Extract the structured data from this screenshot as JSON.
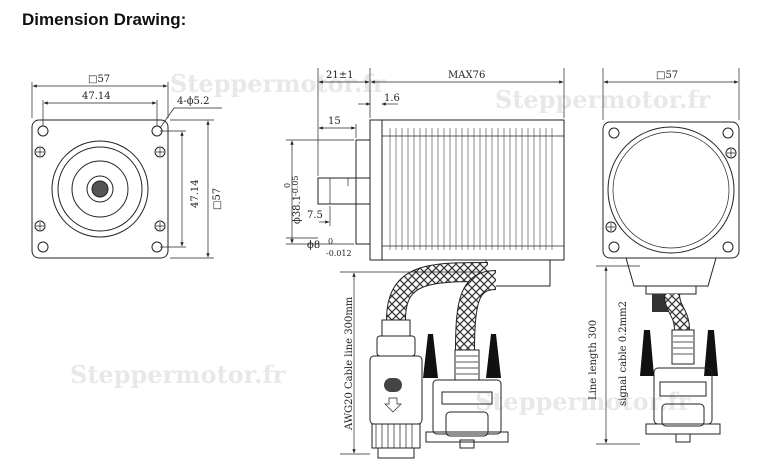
{
  "heading": "Dimension Drawing:",
  "watermarks": [
    "Steppermotor.fr",
    "Steppermotor.fr",
    "Steppermotor.fr",
    "Steppermotor.fr"
  ],
  "front_view": {
    "side": "□57",
    "hole_spacing_h": "47.14",
    "holes": "4-ϕ5.2",
    "hole_spacing_v": "47.14",
    "side_v": "□57"
  },
  "side_view": {
    "flange": "21±1",
    "length": "MAX76",
    "flange_thickness": "1.6",
    "shaft_length": "15",
    "flat_length": "7.5",
    "boss_dia": "ϕ38.1",
    "boss_tol_upper": "0",
    "boss_tol_lower": "-0.05",
    "shaft_dia": "ϕ8",
    "shaft_tol_upper": "0",
    "shaft_tol_lower": "-0.012",
    "cable_label": "AWG20 Cable line 300mm"
  },
  "rear_view": {
    "side": "□57",
    "line_length": "Line length 300",
    "signal_cable": "signal cable 0.2mm2"
  },
  "colors": {
    "line": "#222222",
    "watermark": "#e8e8e8"
  }
}
